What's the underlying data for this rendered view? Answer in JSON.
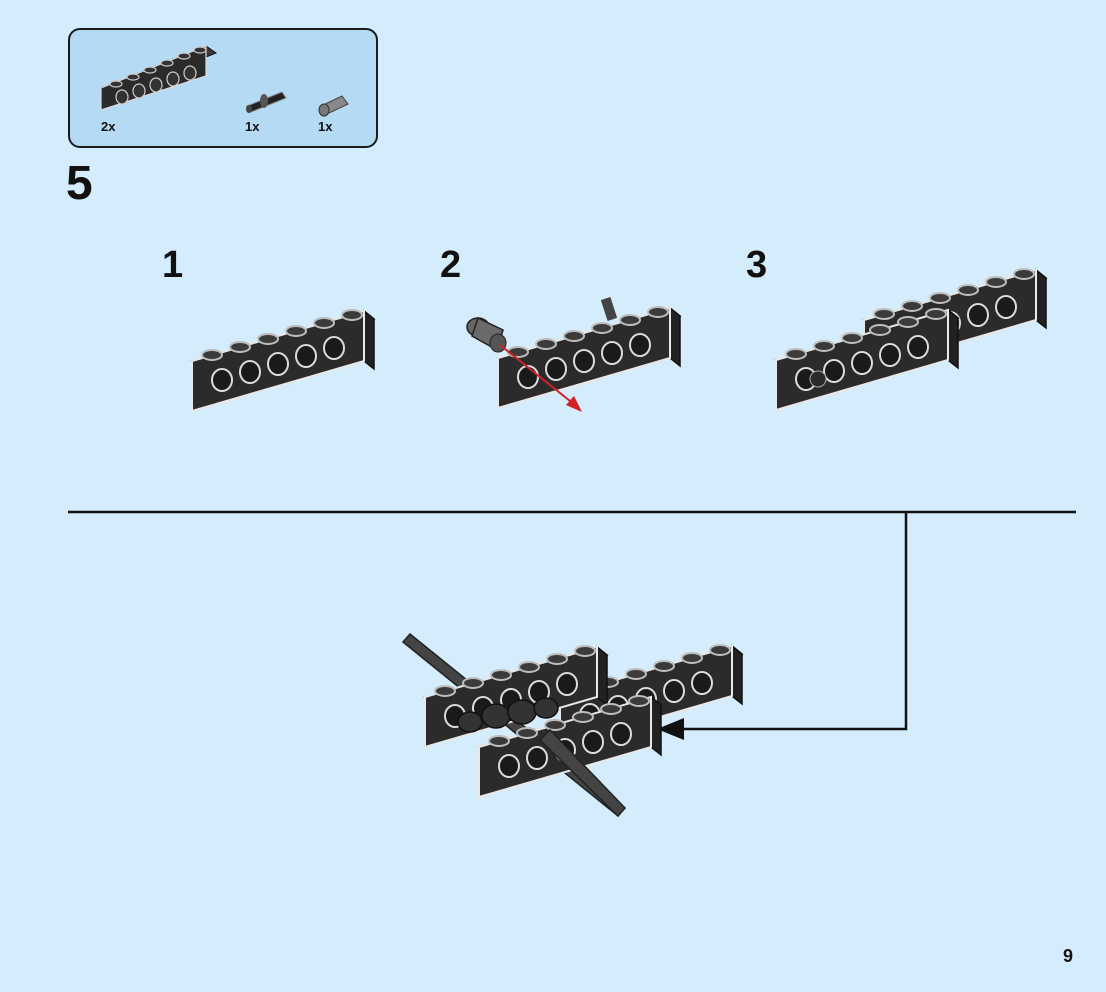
{
  "parts_list": {
    "items": [
      {
        "name": "technic-brick-1x6-black",
        "quantity": "2x"
      },
      {
        "name": "friction-pin-axle-black",
        "quantity": "1x"
      },
      {
        "name": "bush-gray",
        "quantity": "1x"
      }
    ]
  },
  "step": {
    "number": "5",
    "substeps": [
      {
        "label": "1"
      },
      {
        "label": "2"
      },
      {
        "label": "3"
      }
    ]
  },
  "colors": {
    "background": "#d4ecfb",
    "parts_box": "#b4daf4",
    "brick": "#2a2a2a",
    "insertion_arrow": "#d21f26"
  },
  "page": {
    "number": "9"
  }
}
